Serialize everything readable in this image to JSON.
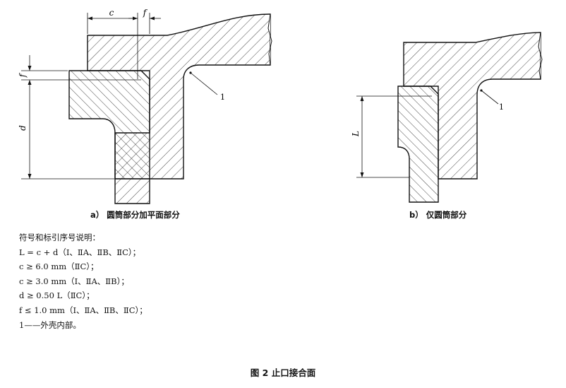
{
  "diagram": {
    "dimension_labels": {
      "c": "c",
      "f_top": "f",
      "f_side": "f",
      "d": "d",
      "L": "L"
    },
    "callouts": {
      "a": "1",
      "b": "1"
    }
  },
  "captions": {
    "a": "a）  圆筒部分加平面部分",
    "b": "b）  仅圆筒部分"
  },
  "legend": {
    "heading": "符号和标引序号说明：",
    "lines": [
      "L = c + d（Ⅰ、ⅡA、ⅡB、ⅡC）；",
      "c ≥ 6.0 mm（ⅡC）；",
      "c ≥ 3.0 mm（Ⅰ、ⅡA、ⅡB）；",
      "d ≥ 0.50 L（ⅡC）；",
      "f ≤ 1.0 mm（Ⅰ、ⅡA、ⅡB、ⅡC）；",
      "1——外壳内部。"
    ]
  },
  "figure_title": "图 2   止口接合面"
}
